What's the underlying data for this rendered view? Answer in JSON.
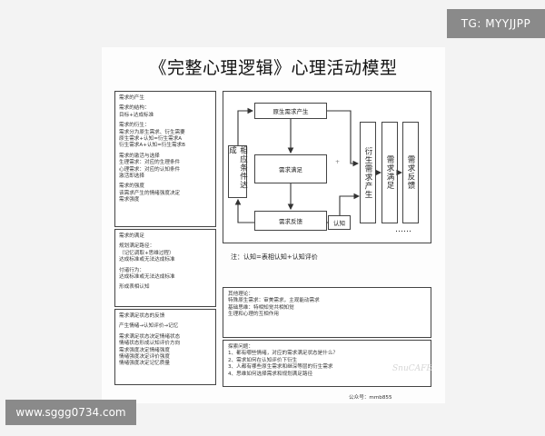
{
  "watermark_top": "TG: MYYJJPP",
  "watermark_bottom": "www.sggg0734.com",
  "title": "《完整心理逻辑》心理活动模型",
  "left_panel": {
    "box1": [
      {
        "heading": "需求的产生",
        "lines": []
      },
      {
        "heading": "需求的结构：",
        "lines": [
          "目标+达成标准"
        ]
      },
      {
        "heading": "需求的衍生：",
        "lines": [
          "需求分为原生需求、衍生需要",
          "原生需求+认知=衍生需求A",
          "衍生需求A+认知=衍生需求B"
        ]
      },
      {
        "heading": "需求的激活与选择",
        "lines": [
          "生理需求：对应的生理条件",
          "心理需求：对应的认知条件",
          "激活即选择"
        ]
      },
      {
        "heading": "需求的强度",
        "lines": [
          "该需求产生的情绪强度决定",
          "需求强度"
        ]
      }
    ],
    "box2": [
      {
        "heading": "需求的满足",
        "lines": []
      },
      {
        "heading": "规划满足路径：",
        "lines": [
          "（记忆调取+思维过程）",
          "达成标准或无法达成标准"
        ]
      },
      {
        "heading": "付诸行为：",
        "lines": [
          "达成标准或无法达成标准"
        ]
      },
      {
        "heading": "形成表相认知",
        "lines": []
      }
    ],
    "box3": [
      {
        "heading": "需求满足状态的反馈",
        "lines": []
      },
      {
        "heading": "产生情绪→认知评价→记忆",
        "lines": []
      },
      {
        "heading": "需求满足状态决定情绪状态",
        "lines": [
          "情绪状态形成认知评价方向",
          "需求强度决定情绪强度",
          "情绪强度决定评价强度",
          "情绪强度决定记忆质量"
        ]
      }
    ]
  },
  "flow": {
    "origin": "原生需求产生",
    "satisfy": "需求满足",
    "feedback": "需求反馈",
    "cognition": "认知",
    "condition": "相应条件达成",
    "derived": "衍生需求产生",
    "need_satisfy": "需求满足",
    "need_feedback": "需求反馈",
    "dots": "……",
    "small_mark": "+"
  },
  "formula": "注：认知=表相认知+认知评价",
  "other_box": {
    "heading": "其他理论：",
    "lines": [
      "特殊原生需求：审美需求，主观能动需求",
      "基础思维：特相知觉共相知觉",
      "生理和心理的互相作用"
    ]
  },
  "questions_box": {
    "heading": "探索问题：",
    "lines": [
      "1、都有哪些情绪，对应的需求满足状态是什么？",
      "2、需求如何在认知评价下衍生",
      "3、人都有哪些原生需求和继深等层的衍生需求",
      "4、思维如何选择需求和规划满足路径"
    ]
  },
  "faint_watermark": "SnuCAFE",
  "footer": "公众号：mmb855"
}
